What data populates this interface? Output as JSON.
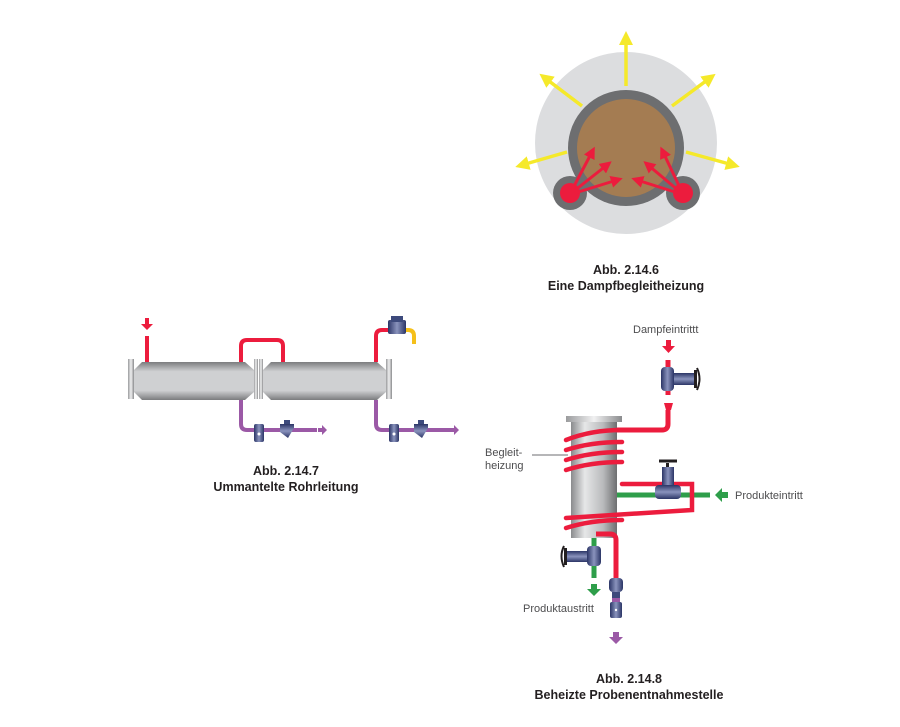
{
  "figures": [
    {
      "id": "2.14.6",
      "number": "Abb. 2.14.6",
      "title": "Eine Dampfbegleitheizung"
    },
    {
      "id": "2.14.7",
      "number": "Abb. 2.14.7",
      "title": "Ummantelte Rohrleitung"
    },
    {
      "id": "2.14.8",
      "number": "Abb. 2.14.8",
      "title": "Beheizte Probenentnahmestelle",
      "labels": {
        "steam_inlet": "Dampfeintrittt",
        "tracer": "Begleit-\nheizung",
        "tracer_line1": "Begleit-",
        "tracer_line2": "heizung",
        "product_inlet": "Produkteintritt",
        "product_outlet": "Produktaustritt"
      }
    }
  ],
  "colors": {
    "steam": "#ec1c3d",
    "condensate": "#9b59a6",
    "product": "#2e9e4a",
    "heat": "#f5e92a",
    "insulation": "#dcdddf",
    "pipe_wall": "#6d6e70",
    "product_fill": "#a47c52",
    "valve": "#3d4a7c",
    "air_vent": "#f5c01a"
  }
}
